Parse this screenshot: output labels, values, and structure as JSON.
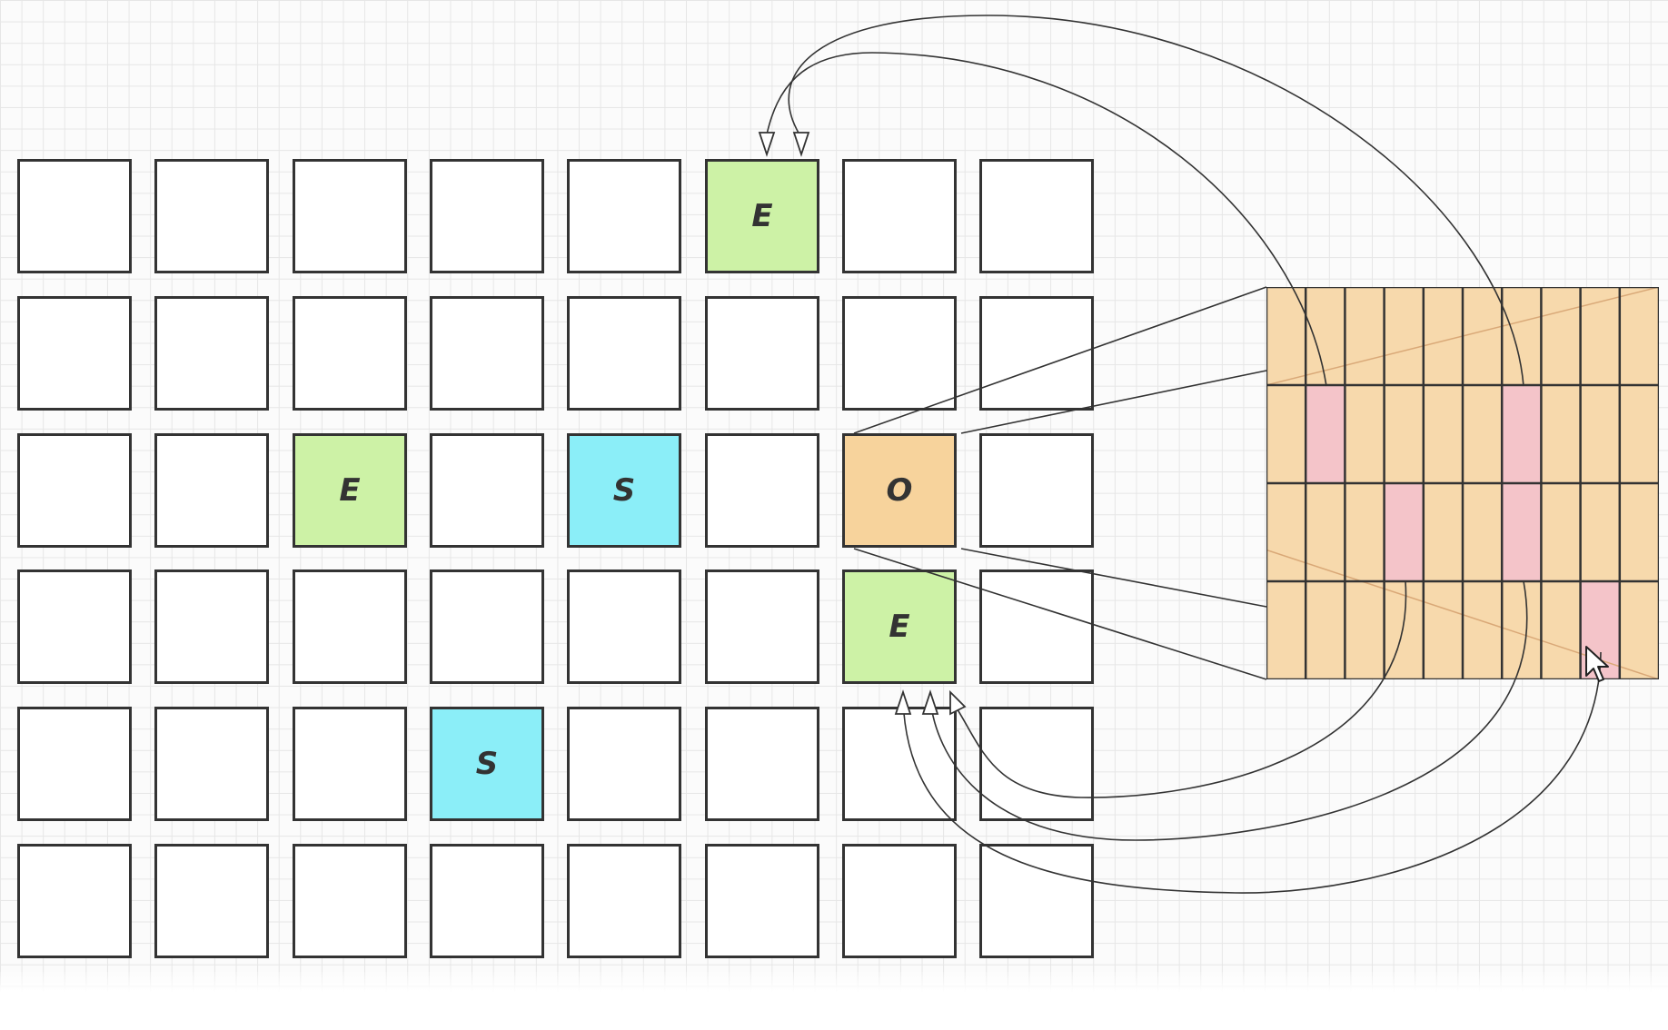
{
  "grid": {
    "rows": 6,
    "cols": 8,
    "cells": [
      {
        "row": 0,
        "col": 5,
        "label": "E",
        "type": "eden"
      },
      {
        "row": 2,
        "col": 2,
        "label": "E",
        "type": "eden"
      },
      {
        "row": 2,
        "col": 4,
        "label": "S",
        "type": "survivor"
      },
      {
        "row": 2,
        "col": 6,
        "label": "O",
        "type": "old"
      },
      {
        "row": 3,
        "col": 6,
        "label": "E",
        "type": "eden"
      },
      {
        "row": 4,
        "col": 3,
        "label": "S",
        "type": "survivor"
      }
    ]
  },
  "colors": {
    "eden": "#cdf2a6",
    "survivor": "#8beef8",
    "old": "#f7d39c",
    "empty": "#ffffff",
    "card_base": "#f7d9ac",
    "card_dirty": "#f4c4c9",
    "border": "#333333"
  },
  "card_table": {
    "rows": 4,
    "cols": 10,
    "dirty_cells": [
      {
        "row": 1,
        "col": 1
      },
      {
        "row": 1,
        "col": 6
      },
      {
        "row": 2,
        "col": 3
      },
      {
        "row": 2,
        "col": 6
      },
      {
        "row": 3,
        "col": 8
      }
    ]
  },
  "icons": {
    "cursor": "mouse-pointer-icon"
  }
}
